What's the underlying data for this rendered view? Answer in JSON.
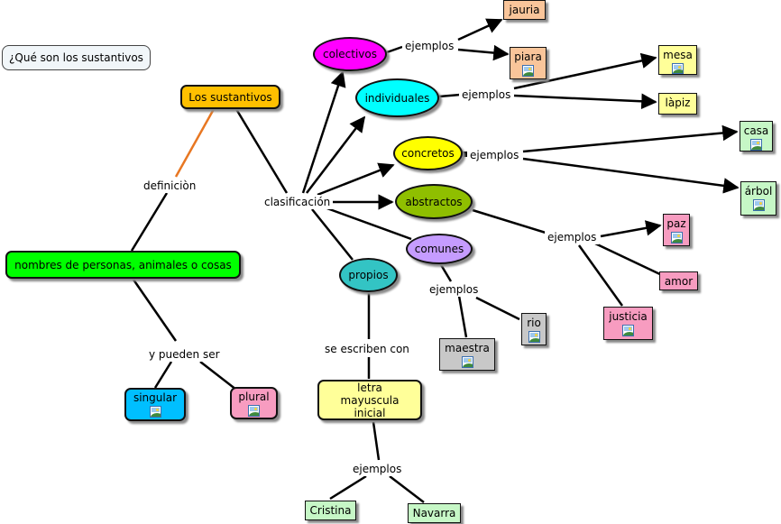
{
  "nodes": {
    "question": "¿Qué son los sustantivos",
    "sustantivos": "Los sustantivos",
    "nombres": "nombres de personas, animales o cosas",
    "singular": "singular",
    "plural": "plural",
    "colectivos": "colectivos",
    "individuales": "individuales",
    "concretos": "concretos",
    "abstractos": "abstractos",
    "comunes": "comunes",
    "propios": "propios",
    "mayuscula": "letra mayuscula inicial",
    "jauria": "jauria",
    "piara": "piara",
    "mesa": "mesa",
    "lapiz": "làpiz",
    "casa": "casa",
    "arbol": "árbol",
    "paz": "paz",
    "amor": "amor",
    "justicia": "justicia",
    "rio": "rio",
    "maestra": "maestra",
    "cristina": "Cristina",
    "navarra": "Navarra"
  },
  "links": {
    "definicion": "definiciòn",
    "clasificacion": "clasificación",
    "y_pueden_ser": "y pueden ser",
    "ejemplos_colectivos": "ejemplos",
    "ejemplos_individuales": "ejemplos",
    "ejemplos_concretos": "ejemplos",
    "ejemplos_abstractos": "ejemplos",
    "ejemplos_comunes": "ejemplos",
    "se_escriben_con": "se escriben con",
    "ejemplos_propios": "ejemplos"
  },
  "colors": {
    "sustantivos": "#ffc000",
    "nombres": "#00ff00",
    "singular": "#00bfff",
    "plural": "#f79cc0",
    "colectivos": "#ff00ff",
    "individuales": "#00ffff",
    "concretos": "#ffff00",
    "abstractos": "#8fbf00",
    "comunes": "#c59cff",
    "propios": "#33c4c4",
    "mayuscula": "#ffff99",
    "examples_colectivos": "#f9c59a",
    "examples_individuales": "#ffff99",
    "examples_concretos": "#c6f7c6",
    "examples_abstractos": "#f79cc0",
    "examples_comunes": "#c8c8c8",
    "examples_propios": "#c6f7c6",
    "definition_link": "#e87722",
    "line": "#000000"
  },
  "icons": [
    "image-icon"
  ]
}
